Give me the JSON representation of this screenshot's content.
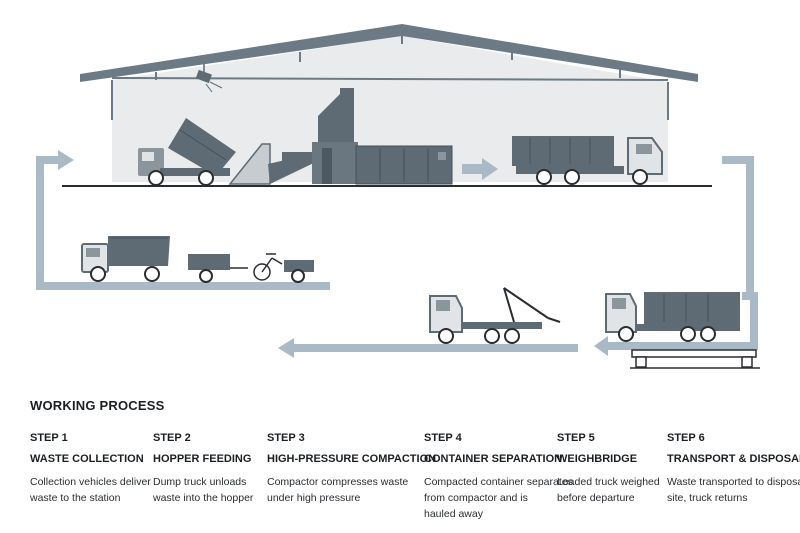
{
  "section_title": "WORKING PROCESS",
  "steps": [
    {
      "number": "STEP 1",
      "title": "WASTE COLLECTION",
      "desc": [
        "Collection vehicles deliver",
        "waste to the station"
      ]
    },
    {
      "number": "STEP 2",
      "title": "HOPPER FEEDING",
      "desc": [
        "Dump truck unloads",
        "waste into the hopper"
      ]
    },
    {
      "number": "STEP 3",
      "title": "HIGH-PRESSURE COMPACTION",
      "desc": [
        "Compactor compresses waste",
        "under high pressure"
      ]
    },
    {
      "number": "STEP 4",
      "title": "CONTAINER SEPARATION",
      "desc": [
        "Compacted container separates",
        "from compactor and is",
        "hauled away"
      ]
    },
    {
      "number": "STEP 5",
      "title": "WEIGHBRIDGE",
      "desc": [
        "Loaded truck weighed",
        "before departure"
      ]
    },
    {
      "number": "STEP 6",
      "title": "TRANSPORT & DISPOSAL",
      "desc": [
        "Waste transported to disposal",
        "site, truck returns"
      ]
    }
  ],
  "colors": {
    "machine": "#5f6b74",
    "roof": "#6b7a84",
    "flow": "#a9bac6",
    "interior": "#e9ebec"
  }
}
